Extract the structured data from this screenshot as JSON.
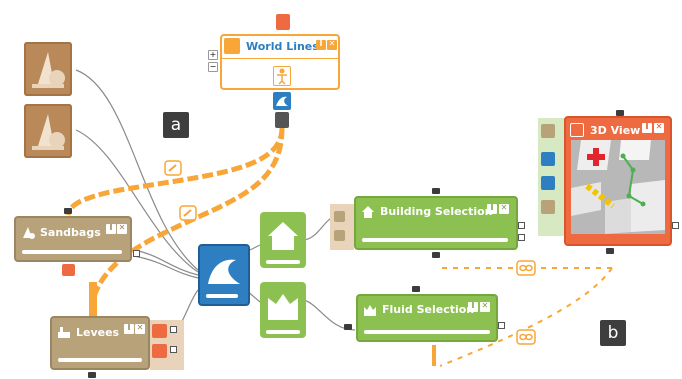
{
  "labels": {
    "a": "a",
    "b": "b"
  },
  "nodes": {
    "world_lines": {
      "title": "World Lines"
    },
    "sandbags": {
      "title": "Sandbags"
    },
    "levees": {
      "title": "Levees"
    },
    "building_selection": {
      "title": "Building Selection"
    },
    "fluid_selection": {
      "title": "Fluid Selection"
    },
    "view3d": {
      "title": "3D View"
    }
  },
  "controls": {
    "plus": "+",
    "minus": "−"
  },
  "colors": {
    "orange": "#f7a637",
    "green": "#8cc152",
    "tan": "#b7a27a",
    "red_orange": "#ee6b42",
    "blue": "#2d7fc1",
    "dark": "#3c3c3c"
  },
  "icons": {
    "source_tiles": [
      "cone-sphere-icon",
      "cone-sphere-icon"
    ],
    "center": "water-wave-icon",
    "house": "house-icon",
    "fluid": "fluid-icon",
    "wrench": "wrench-icon",
    "link": "chain-link-icon"
  }
}
